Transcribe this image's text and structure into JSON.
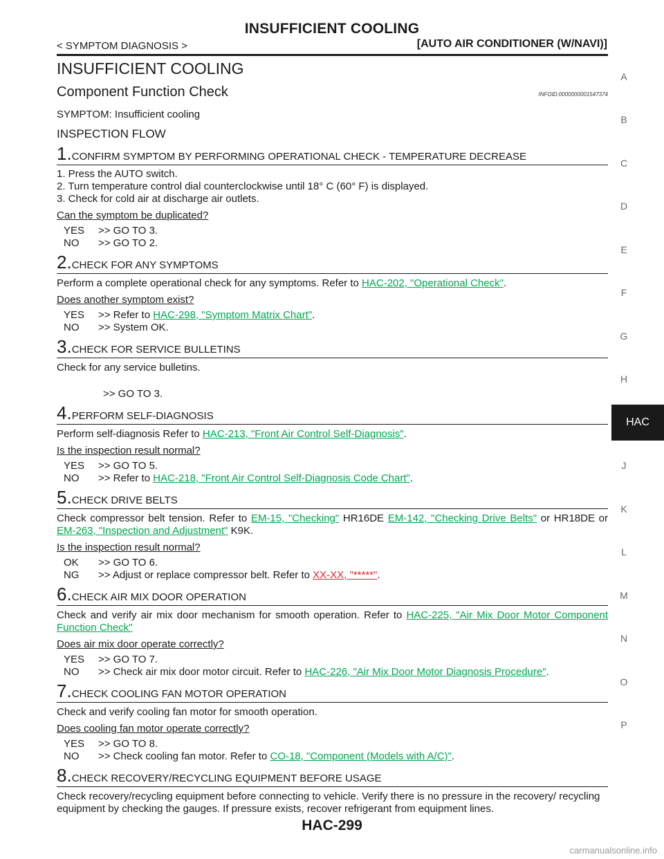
{
  "header": {
    "title": "INSUFFICIENT COOLING",
    "left": "< SYMPTOM DIAGNOSIS >",
    "right": "[AUTO AIR CONDITIONER (W/NAVI)]"
  },
  "section_title": "INSUFFICIENT COOLING",
  "subsection": {
    "title": "Component Function Check",
    "infoid": "INFOID:0000000001547374"
  },
  "symptom": "SYMPTOM: Insufficient cooling",
  "flow_title": "INSPECTION FLOW",
  "steps": [
    {
      "num": "1.",
      "title": "CONFIRM SYMPTOM BY PERFORMING OPERATIONAL CHECK - TEMPERATURE DECREASE",
      "list": [
        "1.   Press the AUTO switch.",
        "2.   Turn temperature control dial counterclockwise until 18° C (60° F) is displayed.",
        "3.   Check for cold air at discharge air outlets."
      ],
      "question": "Can the symptom be duplicated?",
      "yes_label": "YES",
      "yes_text": ">> GO TO 3.",
      "no_label": "NO",
      "no_text": ">> GO TO 2."
    },
    {
      "num": "2.",
      "title": "CHECK FOR ANY SYMPTOMS",
      "text": "Perform a complete operational check for any symptoms. Refer to ",
      "link": "HAC-202, \"Operational Check\"",
      "text_end": ".",
      "question": "Does another symptom exist?",
      "yes_label": "YES",
      "yes_text": ">> Refer to ",
      "yes_link": "HAC-298, \"Symptom Matrix Chart\"",
      "yes_end": ".",
      "no_label": "NO",
      "no_text": ">> System OK."
    },
    {
      "num": "3.",
      "title": "CHECK FOR SERVICE BULLETINS",
      "text": "Check for any service bulletins.",
      "answer": ">> GO TO 3."
    },
    {
      "num": "4.",
      "title": "PERFORM SELF-DIAGNOSIS",
      "text": "Perform self-diagnosis Refer to ",
      "link": "HAC-213, \"Front Air Control Self-Diagnosis\"",
      "text_end": ".",
      "question": "Is the inspection result normal?",
      "yes_label": "YES",
      "yes_text": ">> GO TO 5.",
      "no_label": "NO",
      "no_text": ">> Refer to ",
      "no_link": "HAC-218, \"Front Air Control Self-Diagnosis Code Chart\"",
      "no_end": "."
    },
    {
      "num": "5.",
      "title": "CHECK DRIVE BELTS",
      "text_a": "Check compressor belt tension. Refer to ",
      "link1": "EM-15, \"Checking\"",
      "text_b": " HR16DE ",
      "link2": "EM-142, \"Checking Drive Belts\"",
      "text_c": " or HR18DE or ",
      "link3": "EM-263, \"Inspection and Adjustment\"",
      "text_d": " K9K.",
      "question": "Is the inspection result normal?",
      "yes_label": "OK",
      "yes_text": ">> GO TO 6.",
      "no_label": "NG",
      "no_text": ">> Adjust or replace compressor belt. Refer to ",
      "no_link": "XX-XX, \"*****\"",
      "no_end": "."
    },
    {
      "num": "6.",
      "title": "CHECK AIR MIX DOOR OPERATION",
      "text": "Check and verify air mix door mechanism for smooth operation. Refer to ",
      "link": "HAC-225, \"Air Mix Door Motor Component Function Check\"",
      "text_end": "",
      "question": "Does air mix door operate correctly?",
      "yes_label": "YES",
      "yes_text": ">> GO TO 7.",
      "no_label": "NO",
      "no_text": ">> Check air mix door motor circuit. Refer to ",
      "no_link": "HAC-226, \"Air Mix Door Motor Diagnosis Procedure\"",
      "no_end": "."
    },
    {
      "num": "7.",
      "title": "CHECK COOLING FAN MOTOR OPERATION",
      "text": "Check and verify cooling fan motor for smooth operation.",
      "question": "Does cooling fan motor operate correctly?",
      "yes_label": "YES",
      "yes_text": ">> GO TO 8.",
      "no_label": "NO",
      "no_text": ">> Check cooling fan motor. Refer to ",
      "no_link": "CO-18, \"Component (Models with A/C)\"",
      "no_end": "."
    },
    {
      "num": "8.",
      "title": "CHECK RECOVERY/RECYCLING EQUIPMENT BEFORE USAGE",
      "text": "Check recovery/recycling equipment before connecting to vehicle. Verify there is no pressure in the recovery/ recycling equipment by checking the gauges. If pressure exists, recover refrigerant from equipment lines."
    }
  ],
  "side_letters": [
    "A",
    "B",
    "C",
    "D",
    "E",
    "F",
    "G",
    "H",
    "J",
    "K",
    "L",
    "M",
    "N",
    "O",
    "P"
  ],
  "active_tab": "HAC",
  "page_number": "HAC-299",
  "watermark": "carmanualsonline.info",
  "colors": {
    "link": "#00a650",
    "broken_link": "#e0242c",
    "text": "#1a1a1a"
  }
}
